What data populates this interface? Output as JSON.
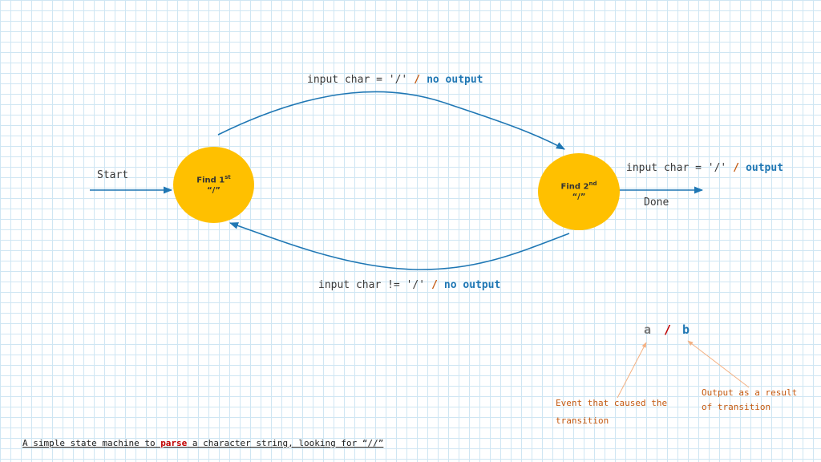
{
  "nodes": {
    "state1": {
      "label": "Find 1",
      "sup": "st",
      "symbol": "“/”"
    },
    "state2": {
      "label": "Find 2",
      "sup": "nd",
      "symbol": "“/”"
    }
  },
  "labels": {
    "start": "Start",
    "done": "Done"
  },
  "transitions": {
    "top": {
      "event": "input char = '/'",
      "slash": "/",
      "output": "no output"
    },
    "bottom": {
      "event": "input char != '/'",
      "slash": "/",
      "output": "no output"
    },
    "exit": {
      "event": "input char = '/'",
      "slash": "/",
      "output": "output"
    }
  },
  "legend": {
    "a": "a",
    "slash": "/",
    "b": "b",
    "event_note_line1": "Event that caused the",
    "event_note_line2": "transition",
    "output_note_line1": "Output as  a result",
    "output_note_line2": "of transition"
  },
  "caption": {
    "before": "A simple state machine to ",
    "highlight": "parse",
    "after": " a character string, looking for “//”"
  },
  "colors": {
    "node_fill": "#ffc000",
    "arrow": "#1f77b4",
    "slash": "#c55a11",
    "output": "#1f77b4",
    "note": "#c55a11",
    "grid": "#cfe6f3"
  }
}
